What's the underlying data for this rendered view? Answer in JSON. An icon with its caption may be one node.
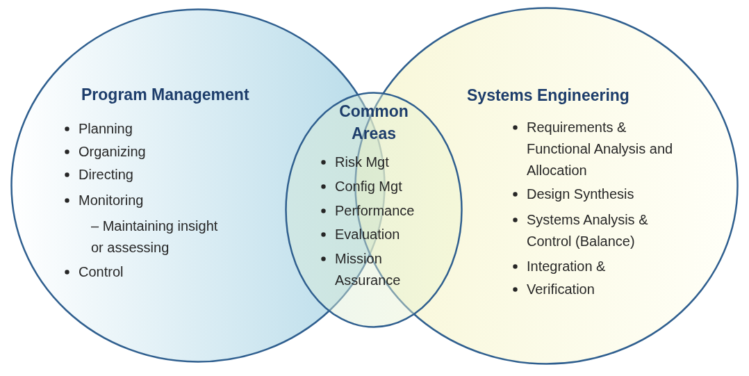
{
  "diagram": {
    "nodes": [
      {
        "text": [
          "Program Management",
          "Planning",
          "Organizing",
          "Directing",
          "Monitoring",
          "– Maintaining insight or assessing",
          "Control"
        ]
      },
      {
        "text": [
          "Systems Engineering",
          "Requirements & Functional Analysis and Allocation",
          "Design Synthesis",
          "Systems Analysis & Control (Balance)",
          "Integration &",
          "Verification"
        ]
      },
      {
        "text": [
          "Common Areas",
          "Risk Mgt",
          "Config Mgt",
          "Performance",
          "Evaluation",
          "Mission Assurance"
        ]
      }
    ]
  }
}
